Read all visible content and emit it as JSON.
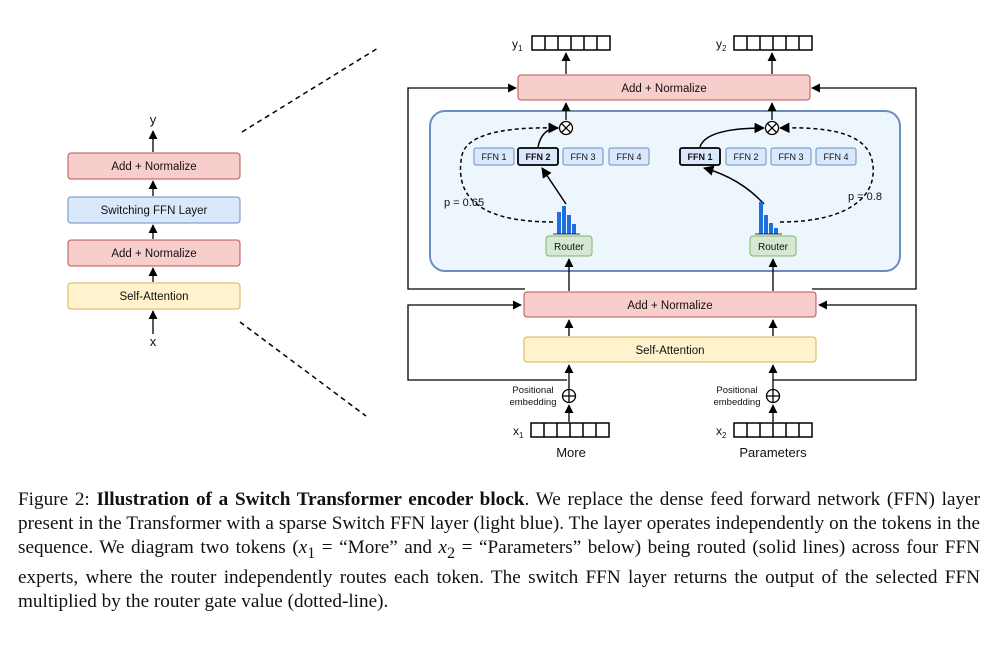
{
  "left_block": {
    "output_label": "y",
    "input_label": "x",
    "add_norm_top": "Add + Normalize",
    "switching_ffn": "Switching FFN Layer",
    "add_norm_bottom": "Add + Normalize",
    "self_attention": "Self-Attention"
  },
  "right_block": {
    "y1_label": "y",
    "y1_sub": "1",
    "y2_label": "y",
    "y2_sub": "2",
    "add_norm_top": "Add + Normalize",
    "add_norm_mid": "Add + Normalize",
    "self_attention": "Self-Attention",
    "token1": {
      "ffn": [
        "FFN 1",
        "FFN 2",
        "FFN 3",
        "FFN 4"
      ],
      "selected": 1,
      "prob": "p = 0.65",
      "router": "Router",
      "positional": [
        "Positional",
        "embedding"
      ],
      "x_label": "x",
      "x_sub": "1",
      "word": "More"
    },
    "token2": {
      "ffn": [
        "FFN 1",
        "FFN 2",
        "FFN 3",
        "FFN 4"
      ],
      "selected": 0,
      "prob": "p = 0.8",
      "router": "Router",
      "positional": [
        "Positional",
        "embedding"
      ],
      "x_label": "x",
      "x_sub": "2",
      "word": "Parameters"
    }
  },
  "caption": {
    "prefix": "Figure 2: ",
    "bold": "Illustration of a Switch Transformer encoder block",
    "t1": ". We replace the dense feed forward network (FFN) layer present in the Transformer with a sparse Switch FFN layer (light blue). The layer operates independently on the tokens in the sequence. We diagram two tokens (",
    "m1": "x",
    "m1_sub": "1",
    "eq1": " = “More” and ",
    "m2": "x",
    "m2_sub": "2",
    "eq2": " = “Parameters” below) being routed (solid lines) across four FFN experts, where the router independently routes each token.  The switch FFN layer returns the output of the selected FFN multiplied by the router gate value (dotted-line)."
  },
  "colors": {
    "red_fill": "#f8cecc",
    "red_stroke": "#b85450",
    "yellow_fill": "#fff2cc",
    "yellow_stroke": "#d6b656",
    "blue_fill": "#dae8fc",
    "blue_stroke": "#6c8ebf",
    "green_fill": "#d5e8d4",
    "green_stroke": "#82b366",
    "panel_fill": "#eef6fd",
    "histogram": "#1f6fe0"
  }
}
